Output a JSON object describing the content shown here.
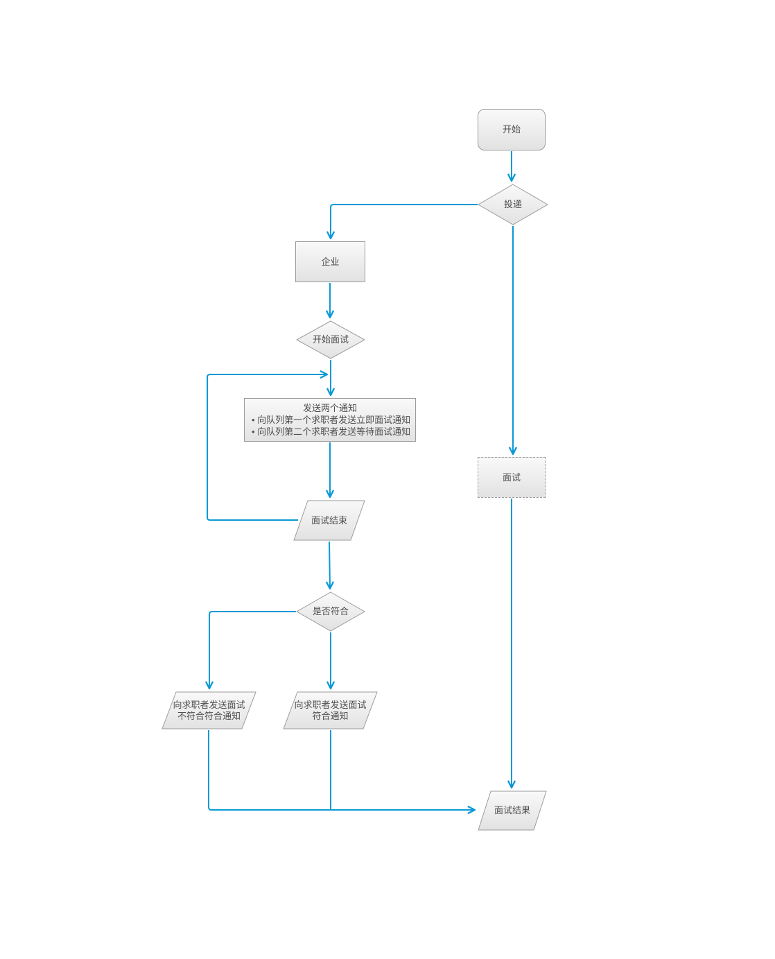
{
  "diagram": {
    "colors": {
      "background": "#ffffff",
      "edge": "#0b99d5",
      "shape_border": "#9b9b9b",
      "shape_fill_top": "#f9f9f9",
      "shape_fill_bottom": "#e2e2e2",
      "text": "#4d4d4d"
    },
    "nodes": {
      "start": {
        "label": "开始"
      },
      "deliver": {
        "label": "投递"
      },
      "enterprise": {
        "label": "企业"
      },
      "start_interview": {
        "label": "开始面试"
      },
      "send_notices": {
        "title": "发送两个通知",
        "bullets": [
          "• 向队列第一个求职者发送立即面试通知",
          "• 向队列第二个求职者发送等待面试通知"
        ]
      },
      "interview_end": {
        "label": "面试结束"
      },
      "is_match": {
        "label": "是否符合"
      },
      "notice_not_match": {
        "label": "向求职者发送面试\n不符合符合通知"
      },
      "notice_match": {
        "label": "向求职者发送面试\n符合通知"
      },
      "interview": {
        "label": "面试"
      },
      "interview_result": {
        "label": "面试结果"
      }
    }
  }
}
